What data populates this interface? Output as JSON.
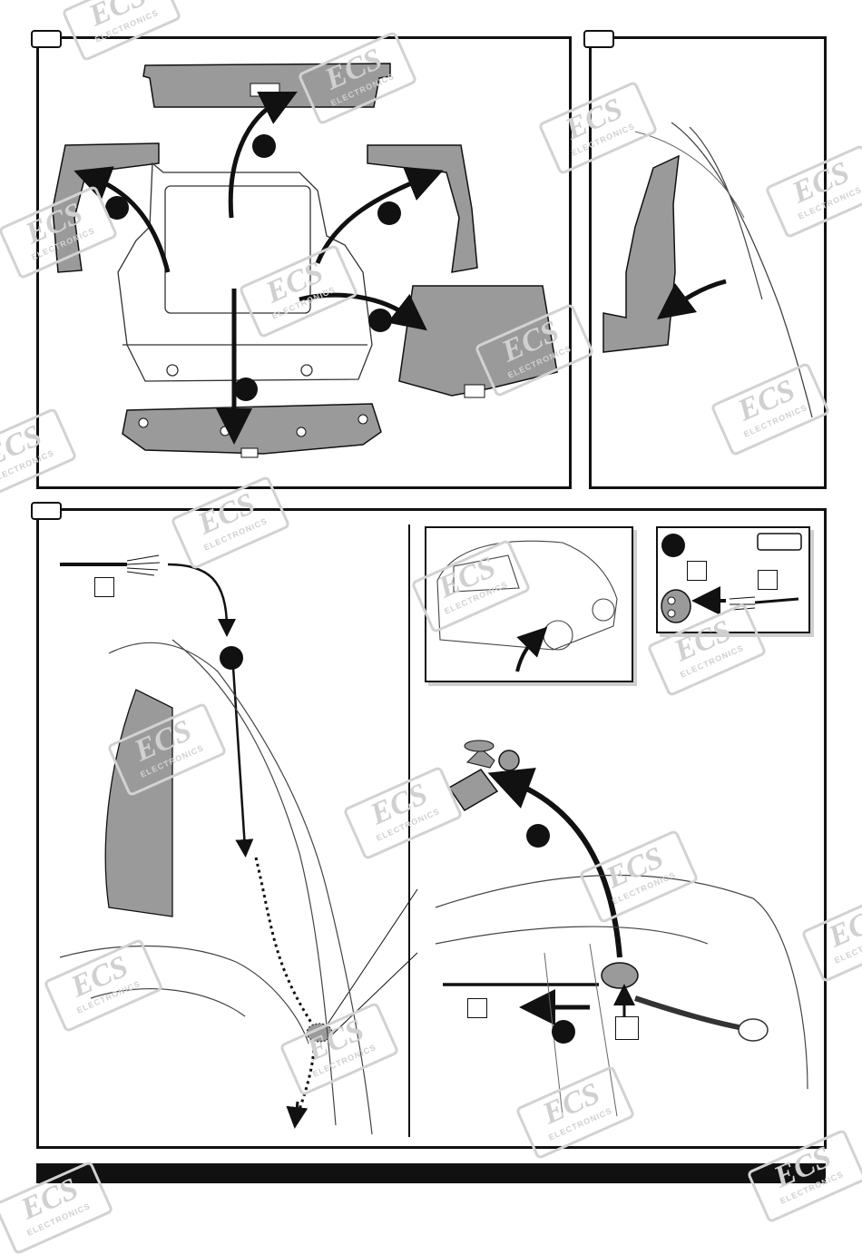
{
  "watermark": {
    "brand": "ECS",
    "subtitle": "ELECTRONICS"
  },
  "colors": {
    "line": "#111111",
    "panel_fill": "#9a9a9a",
    "watermark": "#d2d2d2"
  },
  "panels": [
    {
      "id": "panel-a",
      "icon": "tab-label"
    },
    {
      "id": "panel-b",
      "icon": "tab-label"
    },
    {
      "id": "panel-c",
      "icon": "tab-label"
    }
  ]
}
